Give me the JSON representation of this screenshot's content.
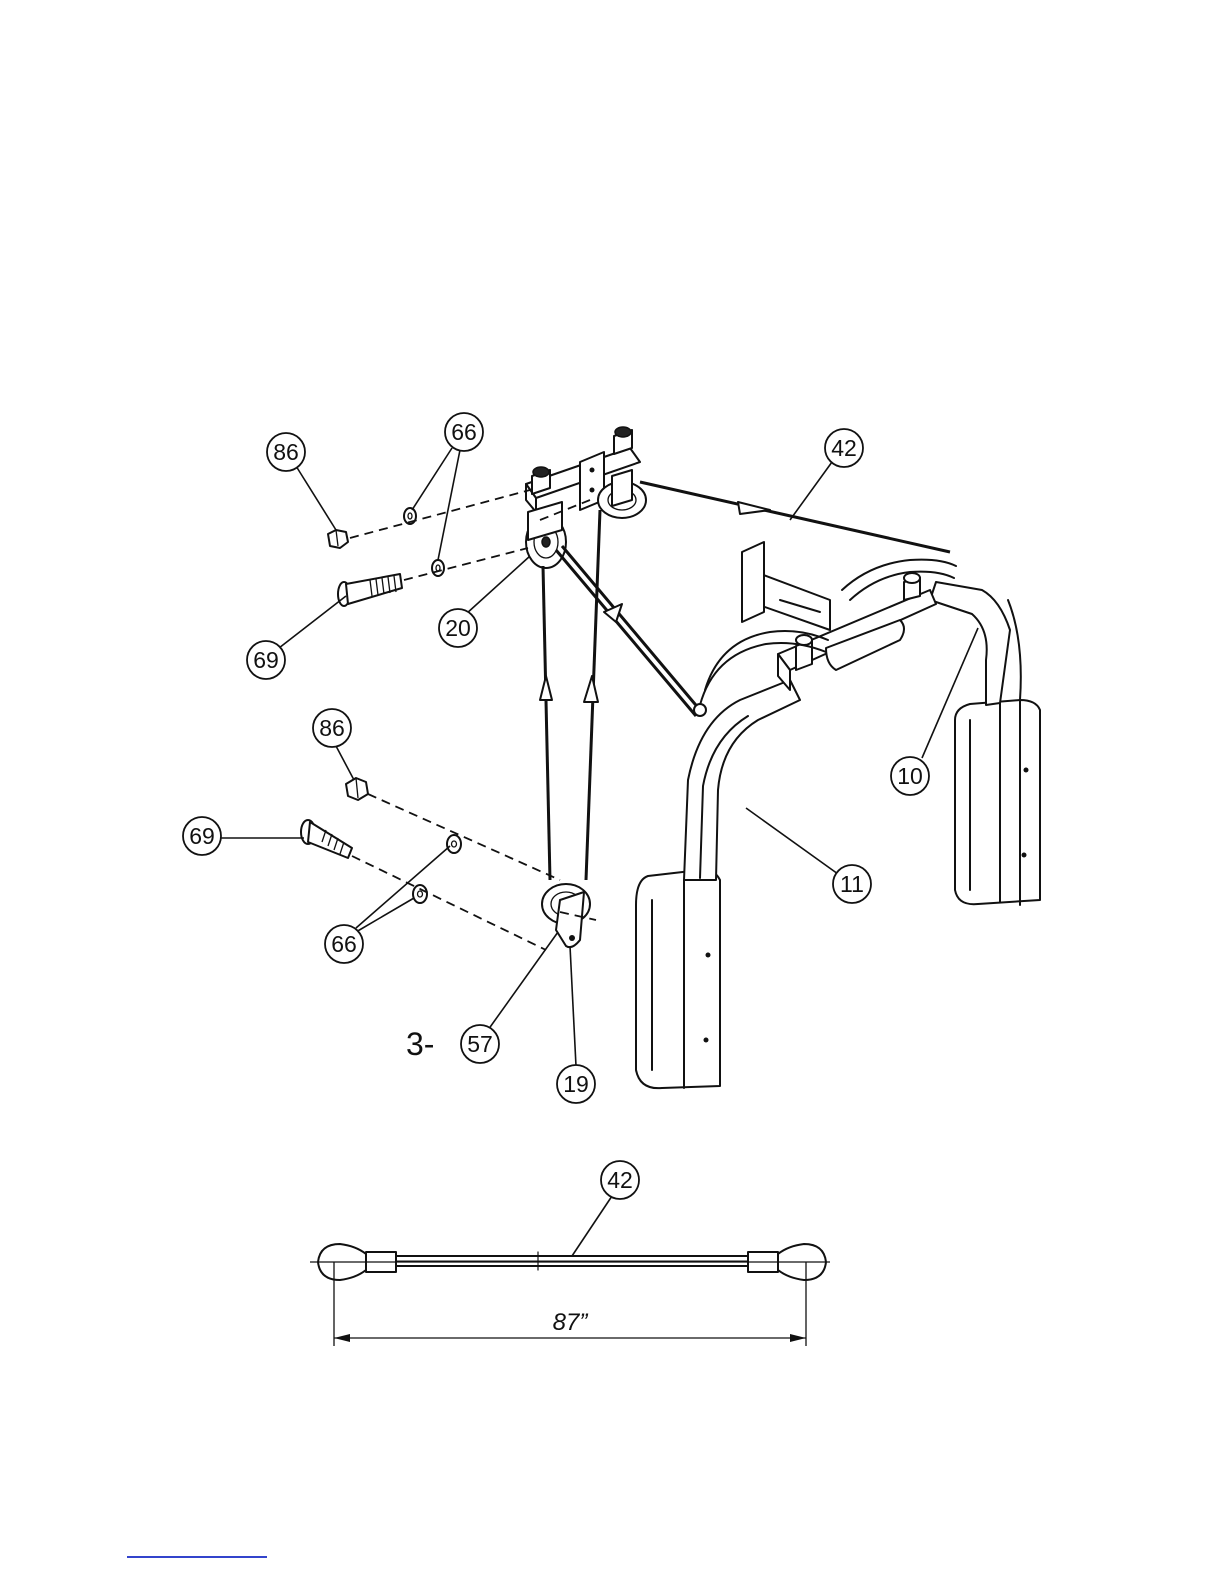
{
  "callouts": {
    "c86a": "86",
    "c66a": "66",
    "c69a": "69",
    "c20": "20",
    "c42a": "42",
    "c10": "10",
    "c11": "11",
    "c86b": "86",
    "c69b": "69",
    "c66b": "66",
    "c57": "57",
    "c57_qty": "3-",
    "c19": "19",
    "c42b": "42"
  },
  "cable_length": "87”",
  "colors": {
    "ink": "#111111",
    "paper": "#ffffff",
    "footer_rule": "#3344cc"
  }
}
